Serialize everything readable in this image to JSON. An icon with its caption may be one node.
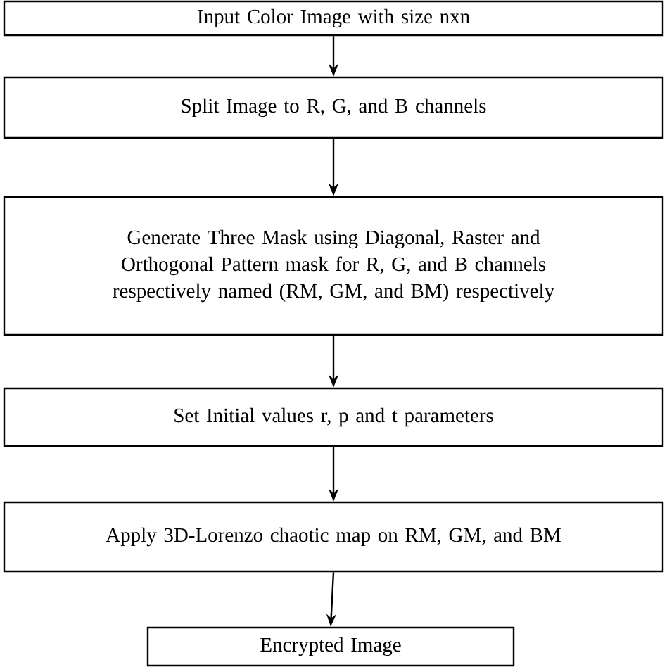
{
  "diagram": {
    "nodes": [
      {
        "text": [
          "Input Color Image with size nxn"
        ]
      },
      {
        "text": [
          "Split Image to R, G, and B channels"
        ]
      },
      {
        "text": [
          "Generate Three Mask using Diagonal, Raster and Orthogonal Pattern mask for R, G, and B channels respectively named (RM, GM, and BM) respectively"
        ]
      },
      {
        "text": [
          "Set Initial values r, p and t parameters"
        ]
      },
      {
        "text": [
          "Apply 3D-Lorenzo chaotic map on RM, GM, and BM"
        ]
      },
      {
        "text": [
          "Encrypted Image"
        ]
      }
    ],
    "edges": [
      {
        "from": 0,
        "to": 1,
        "arrow": "to"
      },
      {
        "from": 1,
        "to": 2,
        "arrow": "to"
      },
      {
        "from": 2,
        "to": 3,
        "arrow": "to"
      },
      {
        "from": 3,
        "to": 4,
        "arrow": "to"
      },
      {
        "from": 4,
        "to": 5,
        "arrow": "to"
      }
    ]
  }
}
